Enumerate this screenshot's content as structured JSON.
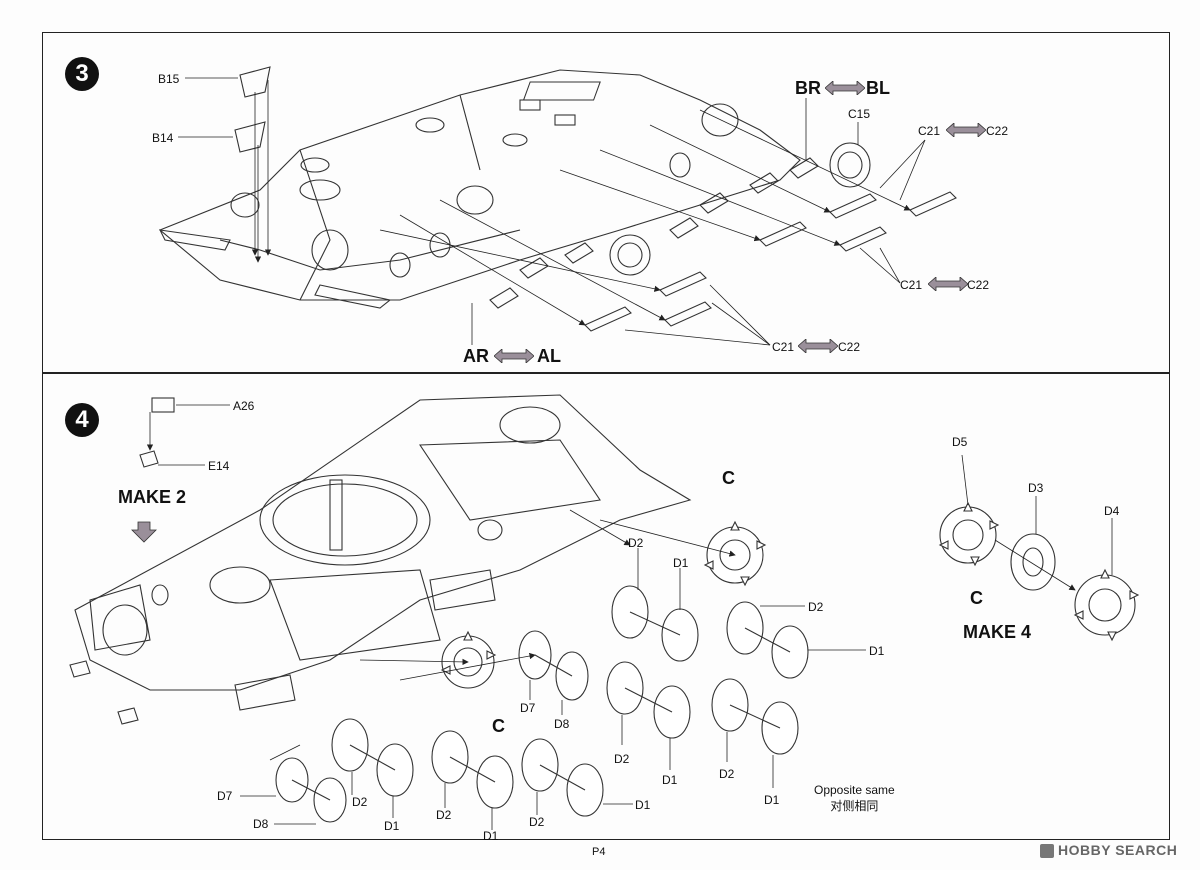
{
  "step3": {
    "number": "3",
    "labels": {
      "b15": "B15",
      "b14": "B14",
      "c15": "C15",
      "br": "BR",
      "bl": "BL",
      "ar": "AR",
      "al": "AL",
      "c21_a": "C21",
      "c22_a": "C22",
      "c21_b": "C21",
      "c22_b": "C22",
      "c21_c": "C21",
      "c22_c": "C22"
    }
  },
  "step4": {
    "number": "4",
    "labels": {
      "a26": "A26",
      "e14": "E14",
      "make2": "MAKE 2",
      "c_top": "C",
      "c_mid": "C",
      "c_right": "C",
      "make4": "MAKE 4",
      "d5": "D5",
      "d3": "D3",
      "d4": "D4",
      "d2_1": "D2",
      "d1_1": "D1",
      "d2_2": "D2",
      "d1_2": "D1",
      "d7_1": "D7",
      "d8_1": "D8",
      "d2_3": "D2",
      "d1_3": "D1",
      "d2_4": "D2",
      "d1_4": "D1",
      "d7_2": "D7",
      "d8_2": "D8",
      "d2_5": "D2",
      "d1_5": "D1",
      "d2_6": "D2",
      "d1_6": "D1",
      "d2_7": "D2",
      "d1_7": "D1"
    },
    "note_en": "Opposite same",
    "note_cn": "对侧相同"
  },
  "footer": {
    "page": "P4",
    "watermark": "HOBBY SEARCH"
  },
  "colors": {
    "line": "#222222",
    "arrow_fill": "#9a8f9a"
  }
}
